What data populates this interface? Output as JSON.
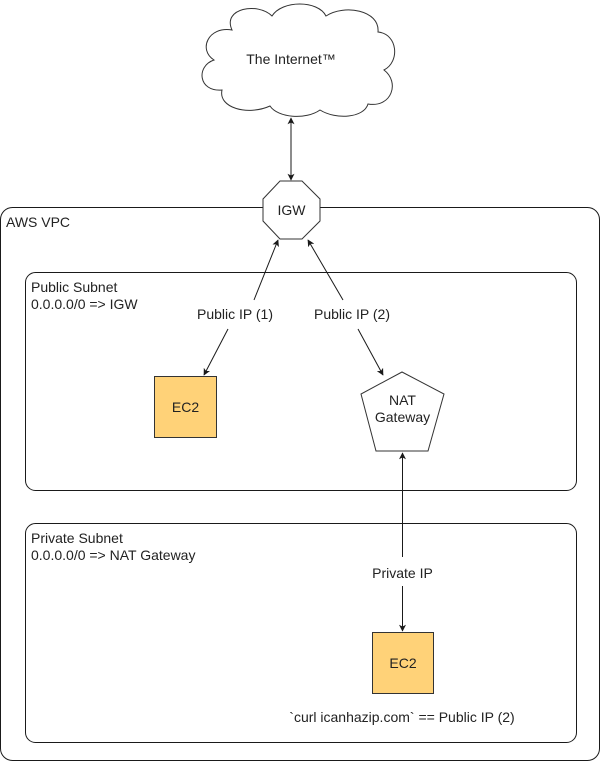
{
  "diagram": {
    "title": "AWS VPC NAT Gateway diagram",
    "colors": {
      "ec2_fill": "#FFD278",
      "stroke": "#1a1a1a",
      "background": "#ffffff"
    },
    "nodes": {
      "internet": {
        "label": "The Internet™",
        "shape": "cloud"
      },
      "igw": {
        "label": "IGW",
        "shape": "octagon"
      },
      "vpc": {
        "label": "AWS VPC",
        "shape": "rounded-rect-container"
      },
      "public_subnet": {
        "line1": "Public Subnet",
        "line2": "0.0.0.0/0 => IGW",
        "shape": "rounded-rect-container"
      },
      "private_subnet": {
        "line1": "Private Subnet",
        "line2": "0.0.0.0/0 => NAT Gateway",
        "shape": "rounded-rect-container"
      },
      "ec2_public": {
        "label": "EC2",
        "shape": "square"
      },
      "nat_gateway": {
        "line1": "NAT",
        "line2": "Gateway",
        "shape": "pentagon"
      },
      "ec2_private": {
        "label": "EC2",
        "shape": "square"
      }
    },
    "edges": [
      {
        "id": "internet-igw",
        "from": "internet",
        "to": "igw",
        "label": "",
        "direction": "both"
      },
      {
        "id": "igw-ec2-public",
        "from": "igw",
        "to": "ec2_public",
        "label": "Public IP (1)",
        "direction": "both"
      },
      {
        "id": "igw-nat",
        "from": "igw",
        "to": "nat_gateway",
        "label": "Public IP (2)",
        "direction": "both"
      },
      {
        "id": "nat-ec2-private",
        "from": "nat_gateway",
        "to": "ec2_private",
        "label": "Private IP",
        "direction": "both"
      }
    ],
    "annotations": {
      "curl_note": "`curl icanhazip.com` == Public IP (2)"
    }
  }
}
